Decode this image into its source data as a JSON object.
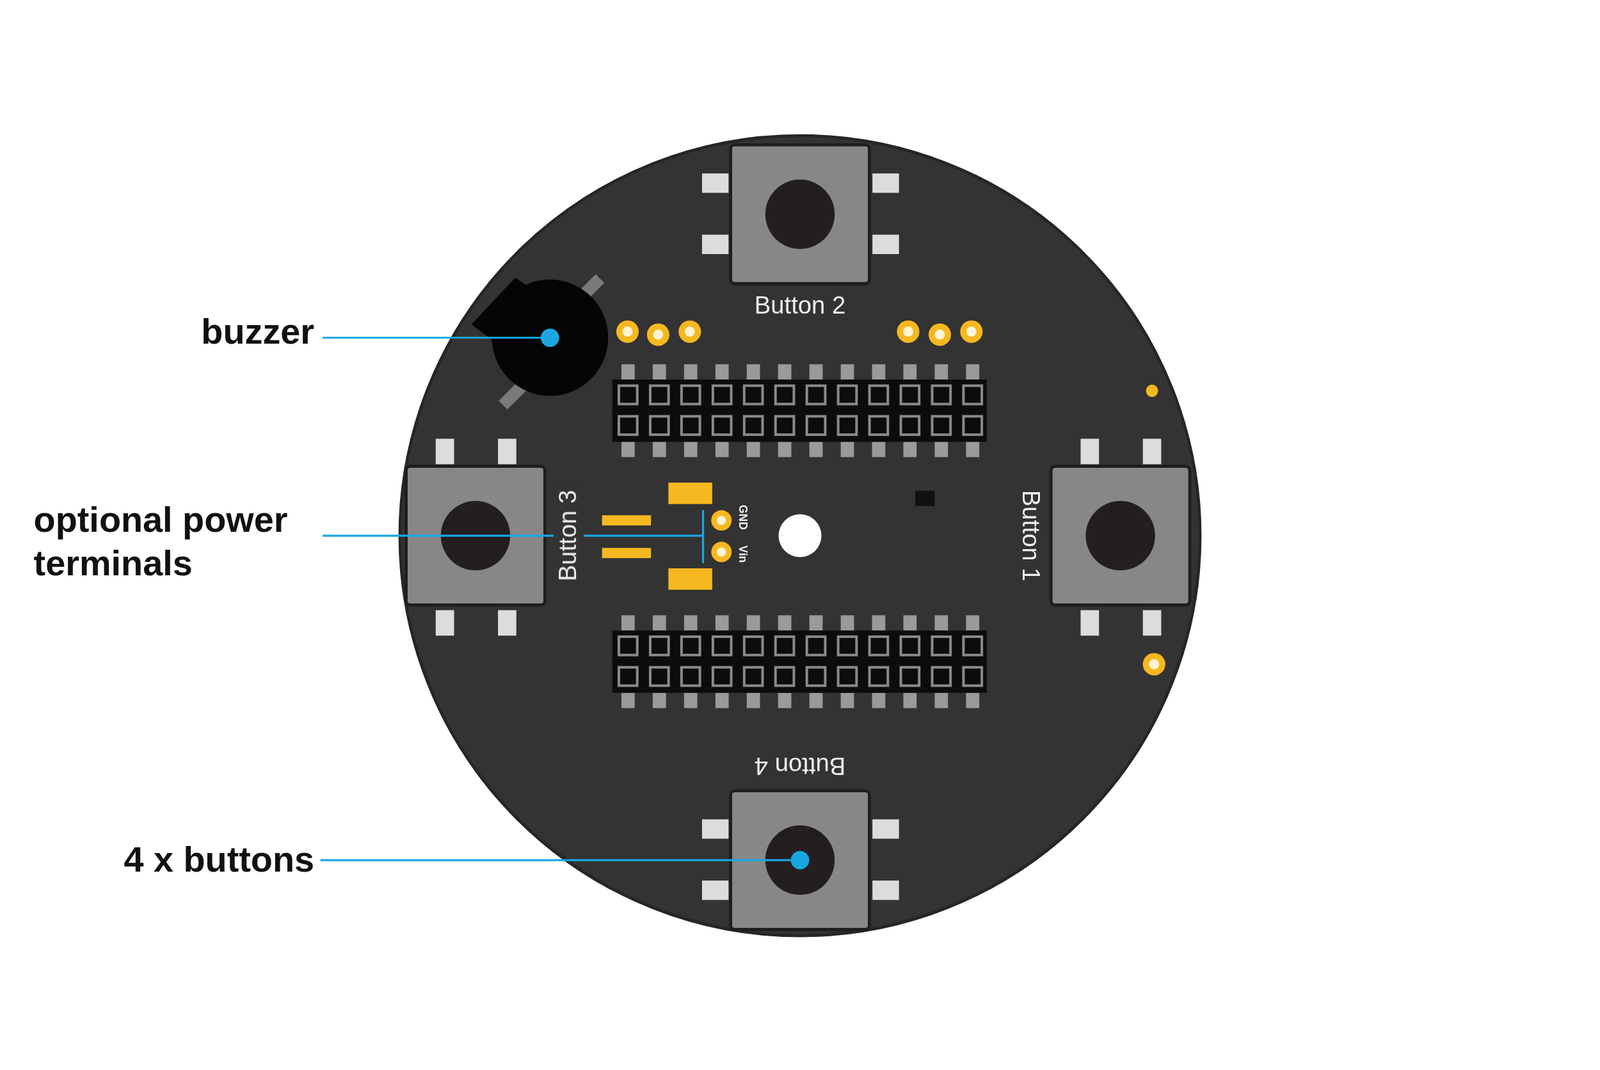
{
  "diagram": {
    "labels": [
      "buzzer",
      "optional power terminals",
      "4 x buttons",
      "Button 2",
      "Button 3",
      "Button 1",
      "Button 4",
      "GND",
      "Vin"
    ]
  }
}
